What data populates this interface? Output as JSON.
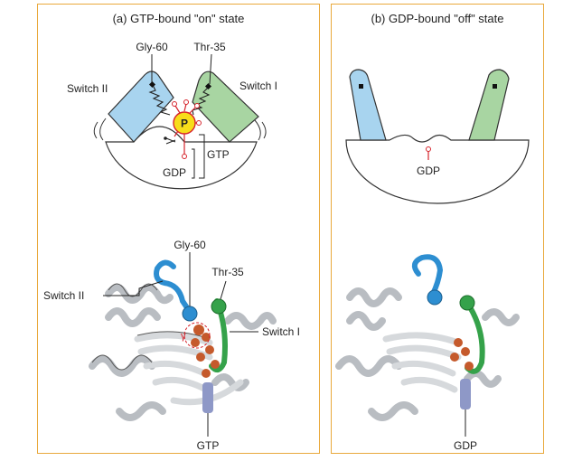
{
  "panel_a": {
    "title": "(a) GTP-bound \"on\" state",
    "schematic": {
      "gly60": "Gly-60",
      "thr35": "Thr-35",
      "switch2": "Switch II",
      "switch1": "Switch I",
      "phosphate": "P",
      "gtp": "GTP",
      "gdp": "GDP"
    },
    "structure": {
      "gly60": "Gly-60",
      "thr35": "Thr-35",
      "switch2": "Switch II",
      "switch1": "Switch I",
      "gamma": "γ",
      "gtp": "GTP"
    }
  },
  "panel_b": {
    "title": "(b) GDP-bound \"off\" state",
    "schematic": {
      "gdp": "GDP"
    },
    "structure": {
      "gdp": "GDP"
    }
  },
  "colors": {
    "frame": "#e9a93c",
    "switch1": "#a8d5a2",
    "switch2": "#a8d4ef",
    "phosphate": "#f7dd1a",
    "phosphate_link": "#d6232b",
    "helix": "#c9ccd0",
    "switch2_ribbon": "#2d8ed1",
    "switch1_ribbon": "#35a24a",
    "nucleotide": "#c55a2c"
  }
}
